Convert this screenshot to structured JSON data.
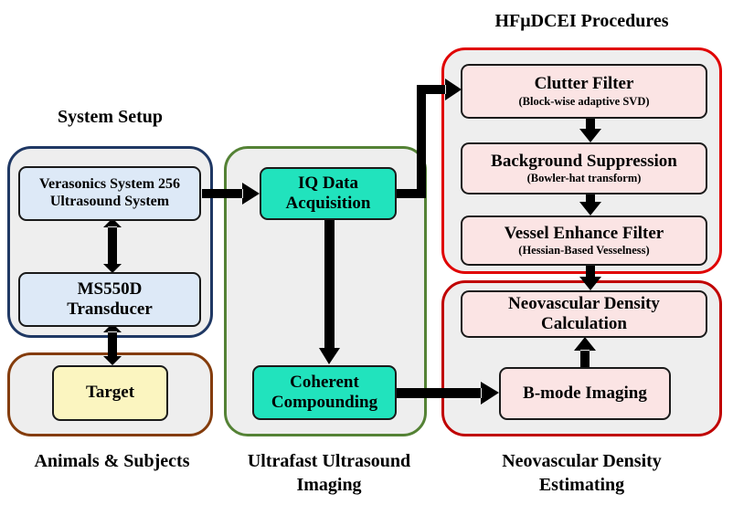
{
  "colors": {
    "system_group_border": "#1f3864",
    "animals_group_border": "#843c0c",
    "ultrafast_group_border": "#548235",
    "procedures_group_border": "#e00000",
    "estimating_group_border": "#c00000",
    "group_fill": "#eeeeee",
    "light_blue_box": "#dde9f7",
    "yellow_box": "#fbf5c0",
    "teal_box": "#21e3bd",
    "pink_box": "#fbe4e4",
    "arrow": "#000000"
  },
  "captions": {
    "system_setup": "System Setup",
    "procedures": "HFμDCEI Procedures",
    "animals": "Animals & Subjects",
    "ultrafast_line1": "Ultrafast Ultrasound",
    "ultrafast_line2": "Imaging",
    "estimating_line1": "Neovascular Density",
    "estimating_line2": "Estimating"
  },
  "boxes": {
    "verasonics": {
      "line1": "Verasonics System 256",
      "line2": "Ultrasound System"
    },
    "transducer": {
      "line1": "MS550D",
      "line2": "Transducer"
    },
    "target": {
      "line1": "Target"
    },
    "iq": {
      "line1": "IQ Data",
      "line2": "Acquisition"
    },
    "coherent": {
      "line1": "Coherent",
      "line2": "Compounding"
    },
    "clutter": {
      "line1": "Clutter  Filter",
      "line2": "(Block-wise adaptive SVD)"
    },
    "background": {
      "line1": "Background Suppression",
      "line2": "(Bowler-hat  transform)"
    },
    "vessel": {
      "line1": "Vessel Enhance Filter",
      "line2": "(Hessian-Based Vesselness)"
    },
    "density": {
      "line1": "Neovascular Density",
      "line2": "Calculation"
    },
    "bmode": {
      "line1": "B-mode Imaging"
    }
  }
}
